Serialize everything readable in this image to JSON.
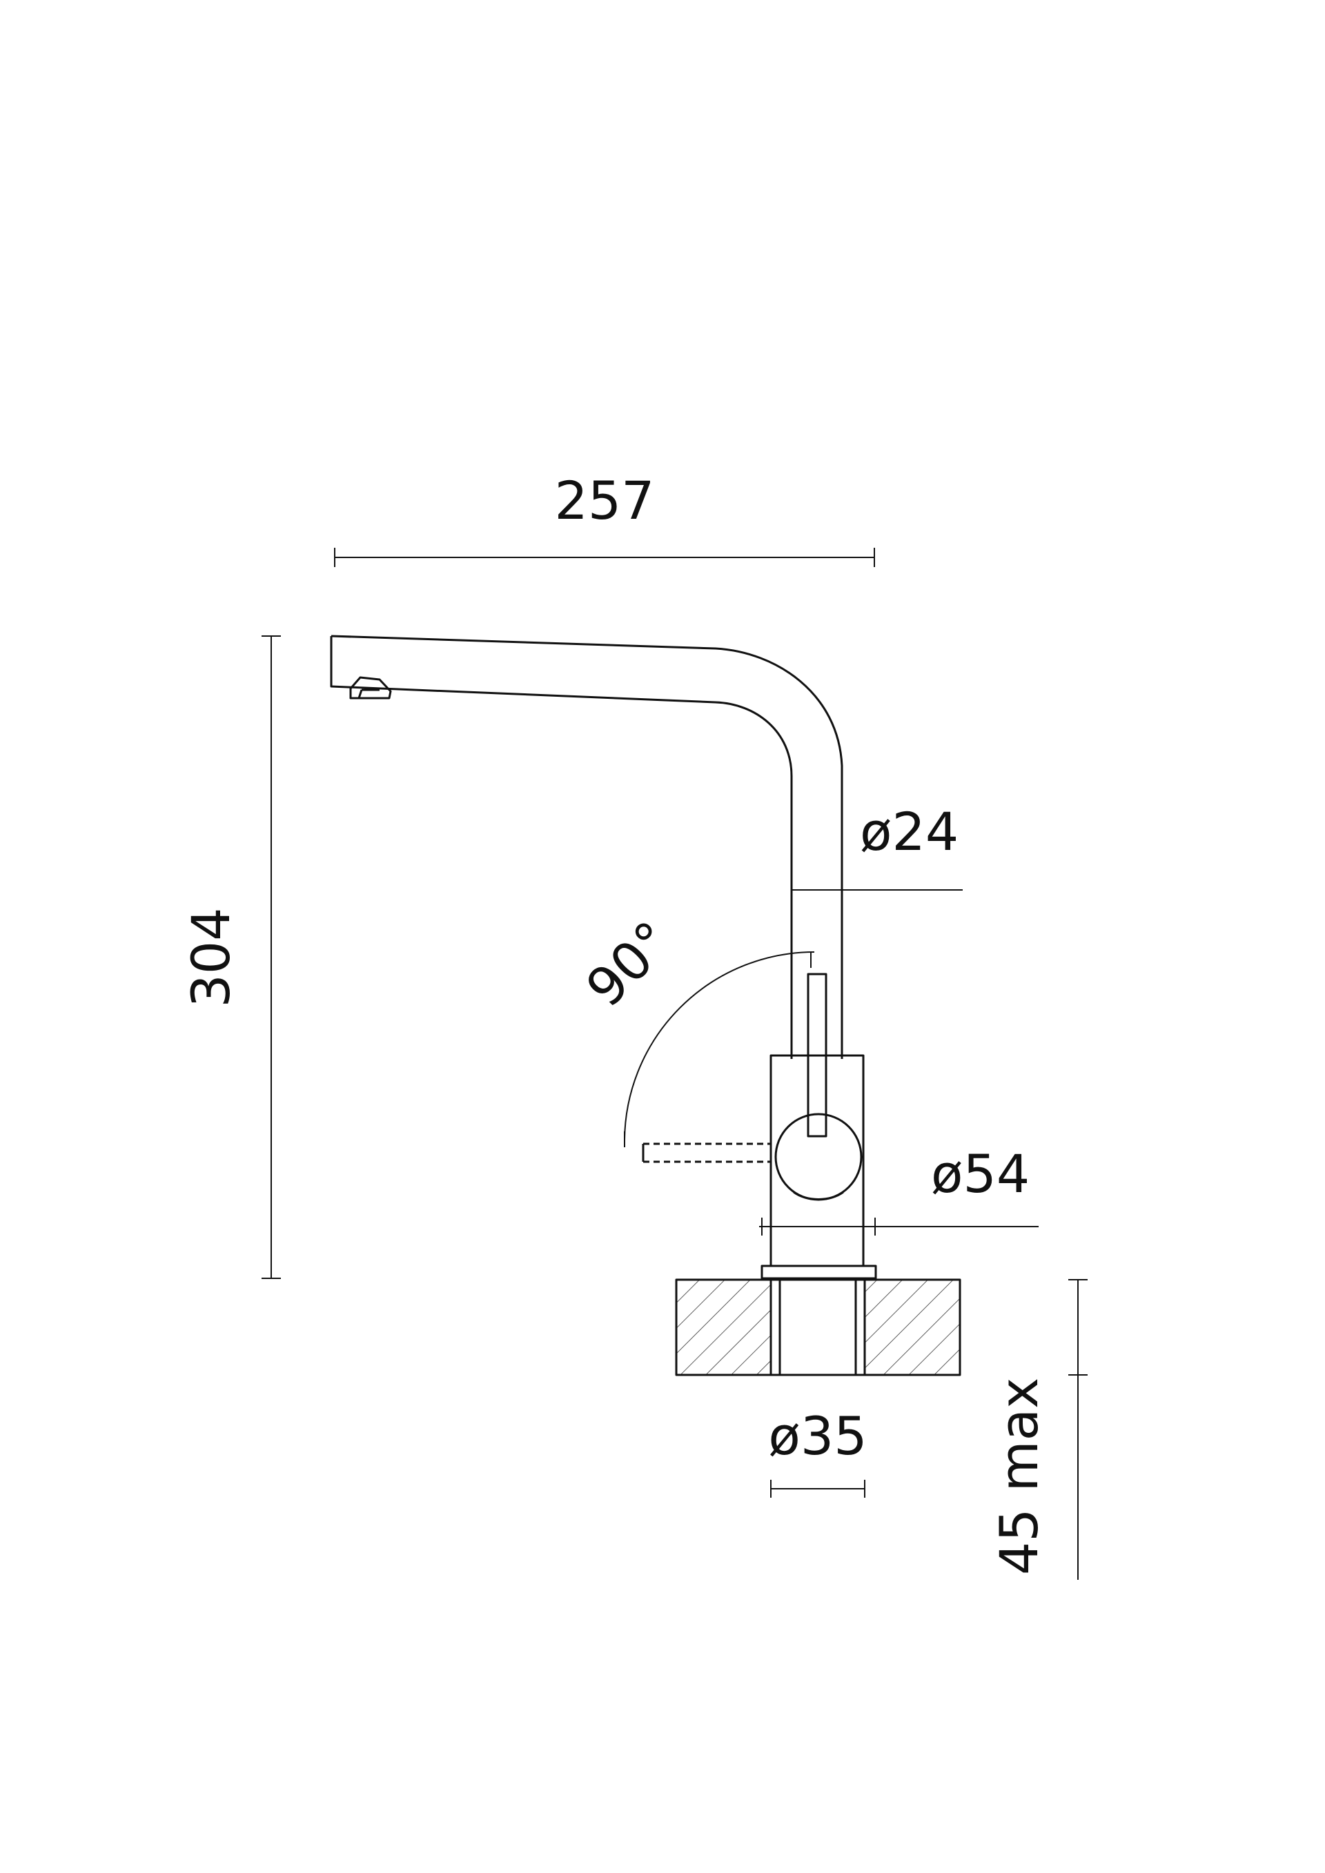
{
  "drawing": {
    "dimensions": {
      "spout_reach": "257",
      "total_height": "304",
      "spout_diameter": "ø24",
      "lever_rotation": "90°",
      "body_diameter": "ø54",
      "hole_diameter": "ø35",
      "max_deck_thickness": "45 max"
    },
    "colors": {
      "line": "#111111",
      "background": "#ffffff"
    }
  }
}
